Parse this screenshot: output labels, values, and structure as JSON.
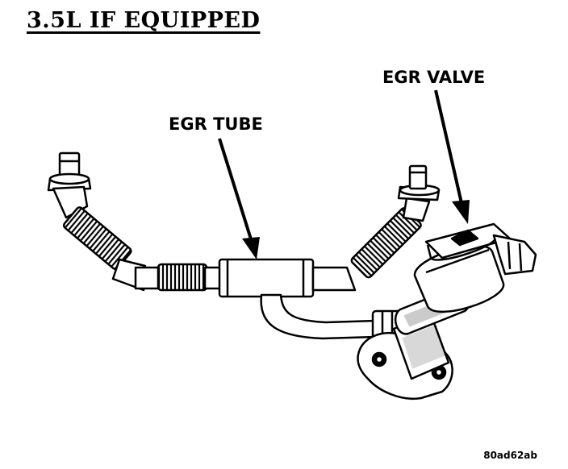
{
  "title": "3.5L IF EQUIPPED",
  "callouts": {
    "egr_valve": "EGR VALVE",
    "egr_tube": "EGR TUBE"
  },
  "reference_code": "80ad62ab"
}
